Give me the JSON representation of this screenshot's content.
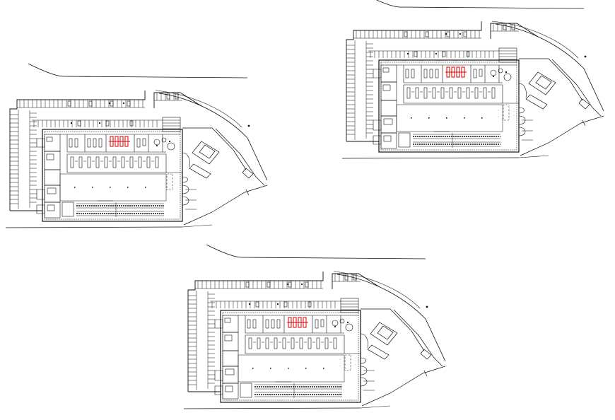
{
  "drawing": {
    "kind": "cad-site-plan-sheet",
    "plan_count": 3,
    "line_color": "#111111",
    "accent_color": "#d40000",
    "background_color": "#ffffff",
    "plans": [
      {
        "id": "plan-left"
      },
      {
        "id": "plan-top-right"
      },
      {
        "id": "plan-bottom"
      }
    ]
  }
}
